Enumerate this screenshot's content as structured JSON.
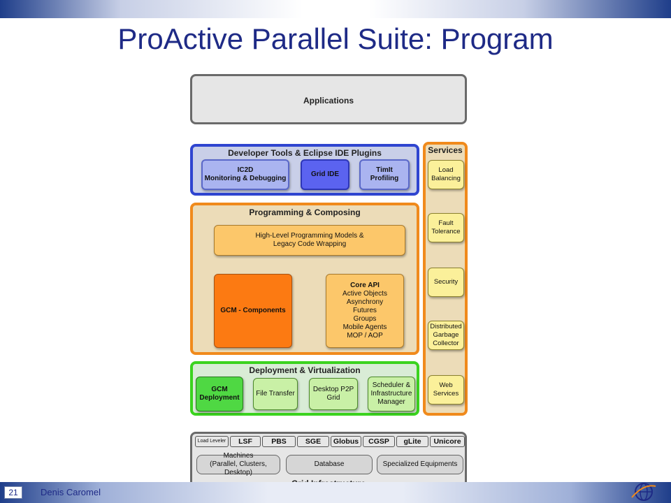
{
  "slide": {
    "title": "ProActive Parallel Suite: Program",
    "page_number": "21",
    "author": "Denis Caromel",
    "logo_icon": "globe-network-icon"
  },
  "diagram": {
    "applications": "Applications",
    "developer_tools": {
      "title": "Developer Tools & Eclipse IDE Plugins",
      "items": [
        "IC2D\nMonitoring & Debugging",
        "Grid IDE",
        "TimIt\nProfiling"
      ]
    },
    "programming": {
      "title": "Programming & Composing",
      "high_level": "High-Level Programming Models &\nLegacy Code Wrapping",
      "gcm_components": "GCM - Components",
      "core_api_title": "Core API",
      "core_api_items": "Active Objects\nAsynchrony\nFutures\nGroups\nMobile Agents\nMOP / AOP"
    },
    "deployment": {
      "title": "Deployment & Virtualization",
      "items": [
        "GCM\nDeployment",
        "File Transfer",
        "Desktop P2P\nGrid",
        "Scheduler &\nInfrastructure\nManager"
      ]
    },
    "services": {
      "title": "Services",
      "items": [
        "Load\nBalancing",
        "Fault\nTolerance",
        "Security",
        "Distributed\nGarbage\nCollector",
        "Web\nServices"
      ]
    },
    "grid_infrastructure": {
      "title": "Grid Infrastructure",
      "schedulers": [
        "Load Leveler",
        "LSF",
        "PBS",
        "SGE",
        "Globus",
        "CGSP",
        "gLite",
        "Unicore"
      ],
      "machines": "Machines\n(Parallel, Clusters, Desktop)",
      "database": "Database",
      "specialized": "Specialized Equipments"
    }
  },
  "colors": {
    "title": "#1e2a86",
    "devtools_border": "#2f45d0",
    "programming_border": "#f08a1c",
    "deployment_border": "#3bd31f",
    "gcm_components": "#fc7a12",
    "services_item": "#fbf09a"
  }
}
